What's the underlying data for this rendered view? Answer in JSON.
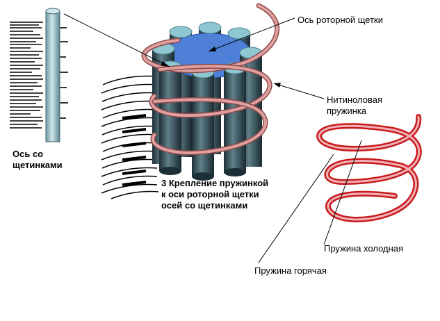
{
  "labels": {
    "rotor_axis": "Ось роторной щетки",
    "nitinol_line1": "Нитиноловая",
    "nitinol_line2": "пружинка",
    "bristle_axis_line1": "Ось со",
    "bristle_axis_line2": "щетинками",
    "fastening_line1": "3 Крепление пружинкой",
    "fastening_line2": "к оси роторной щетки",
    "fastening_line3": "осей со щетинками",
    "spring_cold": "Пружина холодная",
    "spring_hot": "Пружина горячая"
  },
  "colors": {
    "rotor_top": "#4f80d8",
    "cap": "#8ec6d2",
    "cylinder": "#2e4a54",
    "spring_pink": "#d08a8a",
    "spring_red": "#cc2020",
    "bristle": "#000000"
  }
}
